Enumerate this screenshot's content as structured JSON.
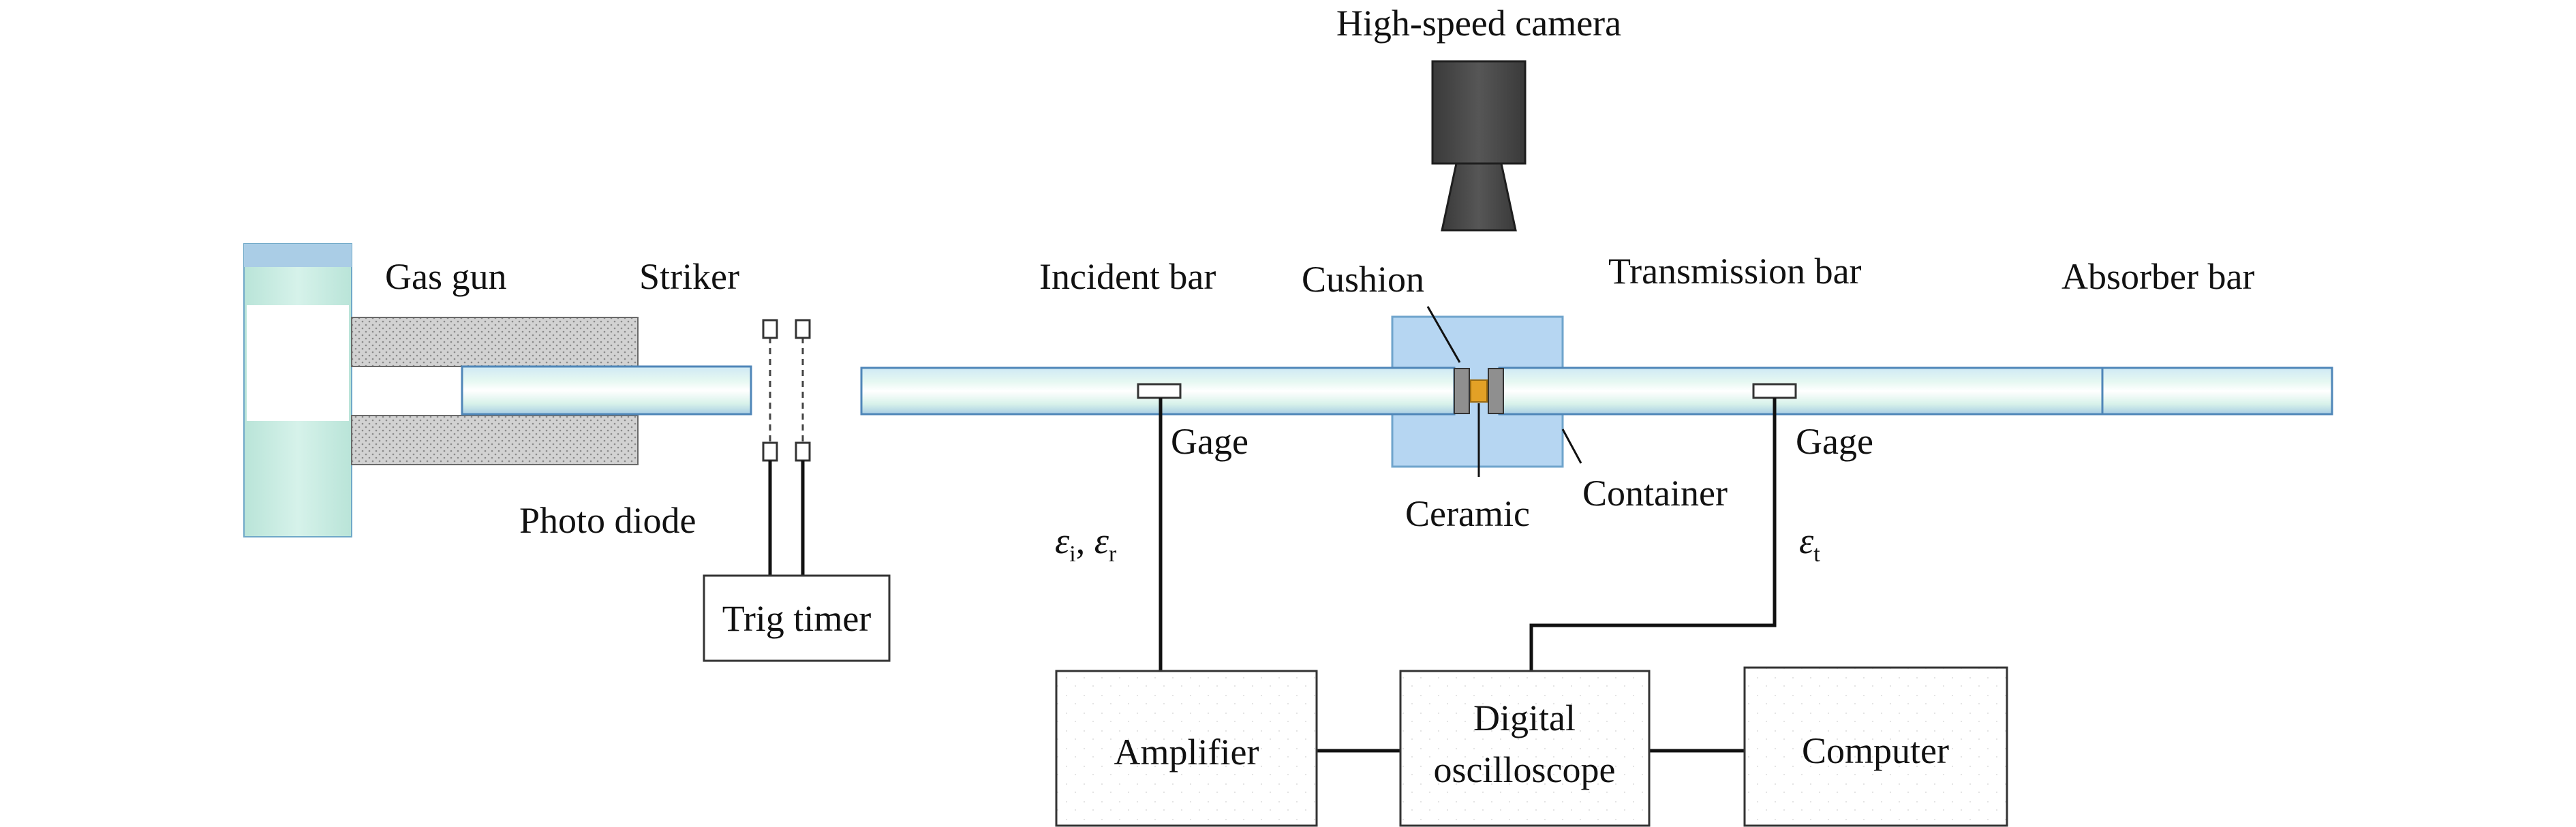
{
  "labels": {
    "high_speed_camera": "High-speed camera",
    "gas_gun": "Gas gun",
    "striker": "Striker",
    "incident_bar": "Incident bar",
    "cushion": "Cushion",
    "transmission_bar": "Transmission bar",
    "absorber_bar": "Absorber bar",
    "gage_incident": "Gage",
    "gage_transmission": "Gage",
    "ceramic": "Ceramic",
    "container": "Container",
    "photo_diode": "Photo diode",
    "trig_timer": "Trig timer"
  },
  "signals": {
    "incident_symbol": "ε",
    "incident_sub": "i",
    "separator": ", ",
    "reflected_symbol": "ε",
    "reflected_sub": "r",
    "transmitted_symbol": "ε",
    "transmitted_sub": "t"
  },
  "boxes": {
    "amplifier": "Amplifier",
    "oscilloscope_line1": "Digital",
    "oscilloscope_line2": "oscilloscope",
    "computer": "Computer"
  }
}
